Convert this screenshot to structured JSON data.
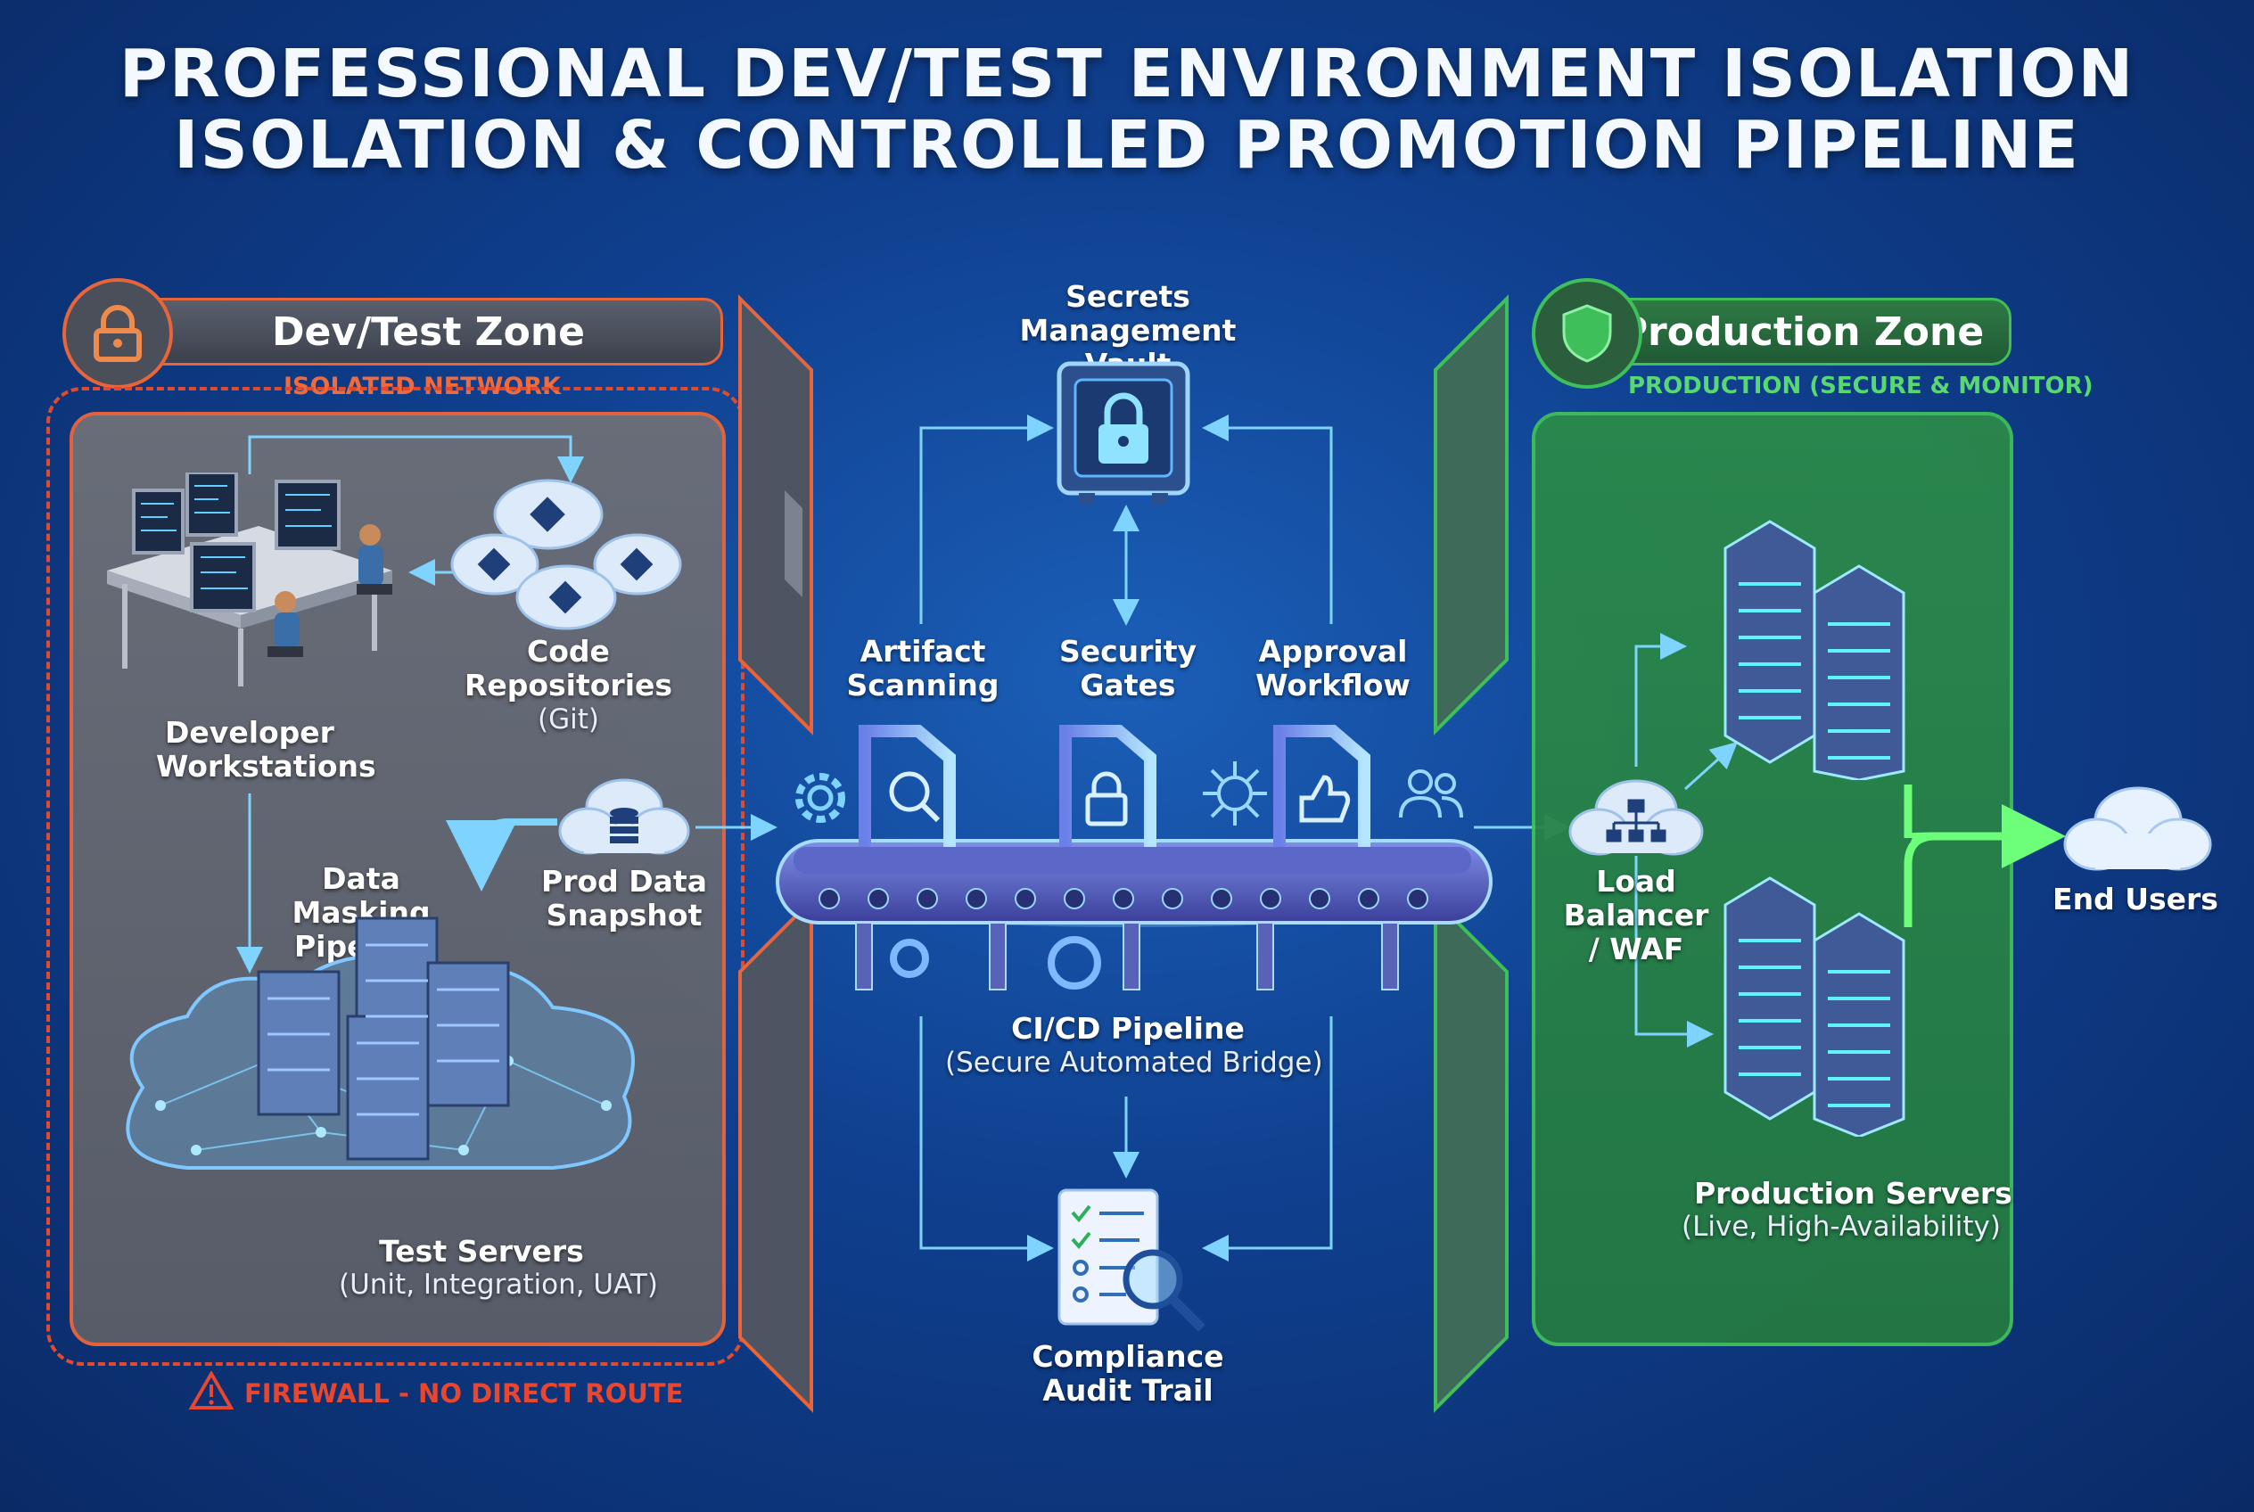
{
  "title": {
    "line1": "PROFESSIONAL DEV/TEST ENVIRONMENT ISOLATION",
    "line2": "ISOLATION & CONTROLLED PROMOTION PIPELINE"
  },
  "devzone": {
    "title": "Dev/Test Zone",
    "network_label": "ISOLATED NETWORK",
    "firewall_label": "FIREWALL - NO DIRECT ROUTE",
    "developer_workstations": "Developer\nWorkstations",
    "code_repos": "Code\nRepositories",
    "code_repos_sub": "(Git)",
    "data_masking": "Data Masking\nPipeline",
    "prod_snapshot": "Prod Data\nSnapshot",
    "test_servers": "Test Servers",
    "test_servers_sub": "(Unit, Integration, UAT)"
  },
  "pipeline": {
    "secrets_vault": "Secrets\nManagement Vault",
    "artifact_scanning": "Artifact\nScanning",
    "security_gates": "Security\nGates",
    "approval_workflow": "Approval\nWorkflow",
    "cicd": "CI/CD Pipeline",
    "cicd_sub": "(Secure Automated Bridge)",
    "audit_trail": "Compliance\nAudit Trail"
  },
  "prodzone": {
    "title": "Production Zone",
    "note": "PRODUCTION (SECURE & MONITOR)",
    "load_balancer": "Load Balancer\n/ WAF",
    "prod_servers": "Production Servers",
    "prod_servers_sub": "(Live, High-Availability)",
    "end_users": "End Users"
  },
  "colors": {
    "dev_accent": "#e8643a",
    "prod_accent": "#3fbf5a",
    "pipeline_glow": "#7fd4ff"
  }
}
